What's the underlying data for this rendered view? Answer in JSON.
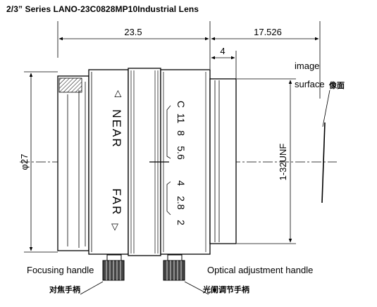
{
  "title": "2/3”  Series    LANO-23C0828MP10Industrial Lens",
  "dimensions": {
    "length": "23.5",
    "flange": "17.526",
    "step": "4",
    "diameter": "φ27",
    "thread": "1-32UNF"
  },
  "focus_ring": {
    "near": "NEAR",
    "far": "FAR",
    "near_arrow": "◁",
    "far_arrow": "▽"
  },
  "aperture_scale": {
    "c": "C",
    "values": [
      "11",
      "8",
      "5.6",
      "4",
      "2.8",
      "2"
    ]
  },
  "image_surface": {
    "line1": "image",
    "line2": "surface",
    "cjk": "像面"
  },
  "focusing_handle": {
    "label": "Focusing handle",
    "cjk": "对焦手柄"
  },
  "optical_handle": {
    "label": "Optical adjustment handle",
    "cjk": "光阑调节手柄"
  }
}
